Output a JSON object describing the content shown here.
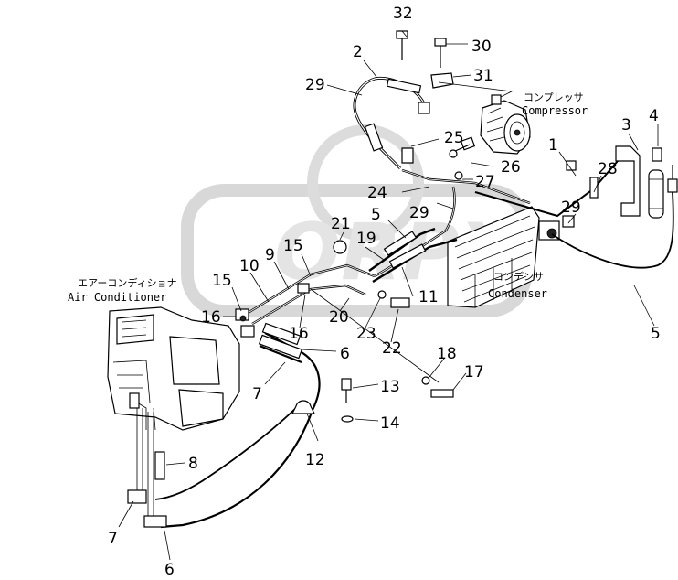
{
  "labels": {
    "compressor_jp": "コンプレッサ",
    "compressor_en": "Compressor",
    "condenser_jp": "コンデンサ",
    "condenser_en": "Condenser",
    "aircon_jp": "エアーコンディショナ",
    "aircon_en": "Air Conditioner"
  },
  "watermark": "ORPX",
  "parts": {
    "p32": "32",
    "p30": "30",
    "p2": "2",
    "p31": "31",
    "p29a": "29",
    "p25": "25",
    "p26": "26",
    "p27": "27",
    "p24": "24",
    "p29b": "29",
    "p1": "1",
    "p3": "3",
    "p4": "4",
    "p28": "28",
    "p29c": "29",
    "p21": "21",
    "p5a": "5",
    "p19": "19",
    "p15a": "15",
    "p9": "9",
    "p10": "10",
    "p15b": "15",
    "p11": "11",
    "p20": "20",
    "p16a": "16",
    "p16b": "16",
    "p23": "23",
    "p22": "22",
    "p5b": "5",
    "p6a": "6",
    "p18": "18",
    "p17": "17",
    "p7a": "7",
    "p13": "13",
    "p14": "14",
    "p12": "12",
    "p8": "8",
    "p7b": "7",
    "p6b": "6"
  }
}
